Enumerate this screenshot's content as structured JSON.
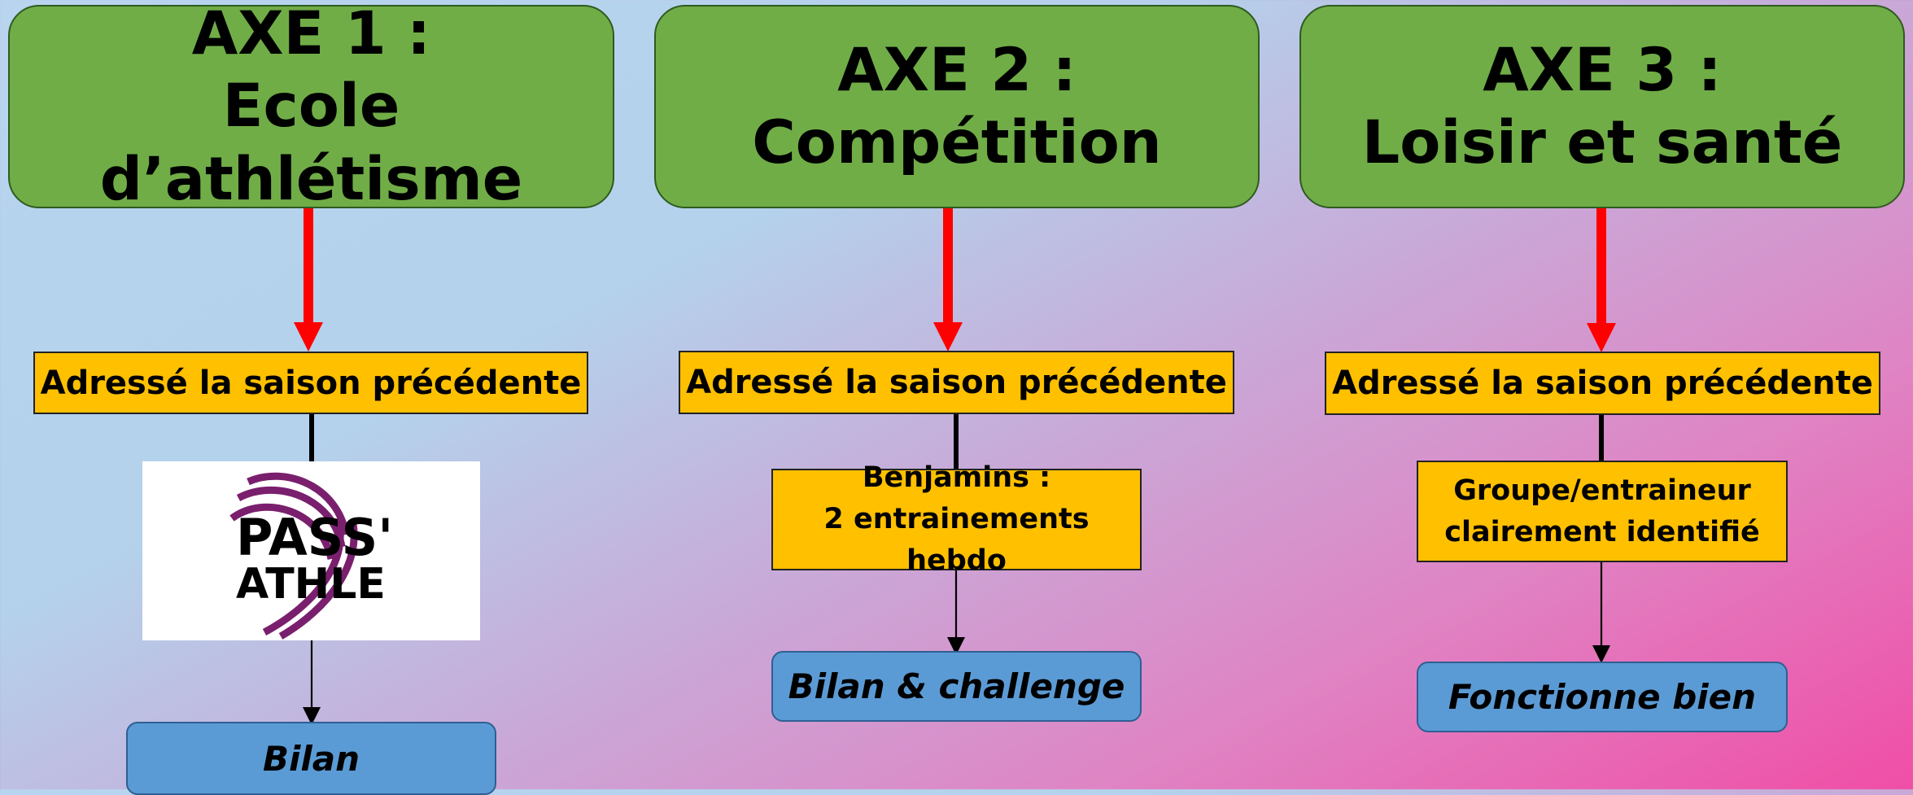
{
  "colors": {
    "header_green": "#70ad47",
    "box_orange": "#ffc000",
    "box_blue": "#5b9bd5",
    "arrow_red": "#ff0000",
    "logo_purple": "#7a1f6e"
  },
  "columns": [
    {
      "header_line1": "AXE 1 :",
      "header_line2": "Ecole d’athlétisme",
      "status": "Adressé la saison précédente",
      "logo": {
        "line1": "PASS'",
        "line2": "ATHLE"
      },
      "result": "Bilan"
    },
    {
      "header_line1": "AXE 2 :",
      "header_line2": "Compétition",
      "status": "Adressé la saison précédente",
      "detail_line1": "Benjamins :",
      "detail_line2": "2 entrainements hebdo",
      "result": "Bilan & challenge"
    },
    {
      "header_line1": "AXE 3 :",
      "header_line2": "Loisir et santé",
      "status": "Adressé la saison précédente",
      "detail_line1": "Groupe/entraineur",
      "detail_line2": "clairement identifié",
      "result": "Fonctionne bien"
    }
  ]
}
